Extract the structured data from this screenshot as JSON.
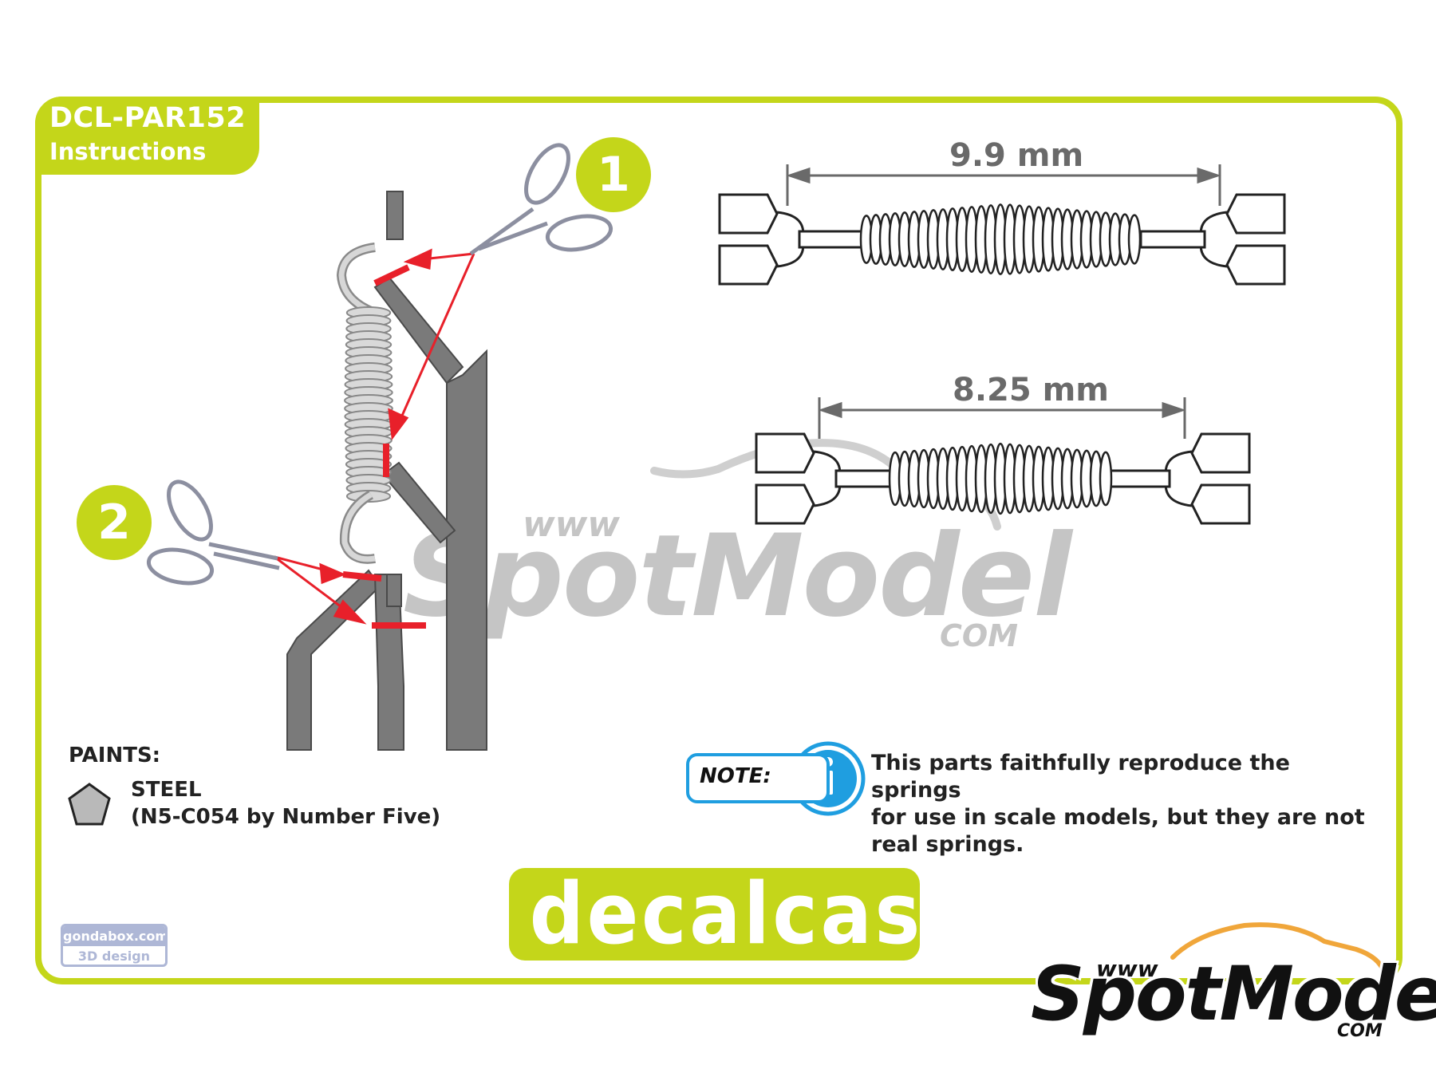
{
  "header": {
    "code": "DCL-PAR152",
    "subtitle": "Instructions"
  },
  "steps": [
    {
      "number": "1"
    },
    {
      "number": "2"
    }
  ],
  "dimensions": {
    "top": "9.9 mm",
    "bottom": "8.25 mm"
  },
  "paints": {
    "title": "PAINTS:",
    "name": "STEEL",
    "reference": "(N5-C054 by Number Five)"
  },
  "note": {
    "label": "NOTE:",
    "text_lines": [
      "This parts faithfully reproduce the springs",
      "for use in scale models, but they are not",
      "real springs."
    ]
  },
  "gondabox": {
    "top": "gondabox.com",
    "bottom": "3D design"
  },
  "brand": {
    "logo": "decalcas"
  },
  "watermark": {
    "www": "www",
    "name": "SpotModel",
    "com": "COM"
  },
  "colors": {
    "accent": "#c4d61a",
    "cut_marks": "#e8202a",
    "info_blue": "#1f9ee0",
    "part_gray": "#7a7a7a"
  },
  "icons": [
    "scissors-icon",
    "info-icon",
    "pentagon-icon",
    "car-silhouette-icon"
  ]
}
